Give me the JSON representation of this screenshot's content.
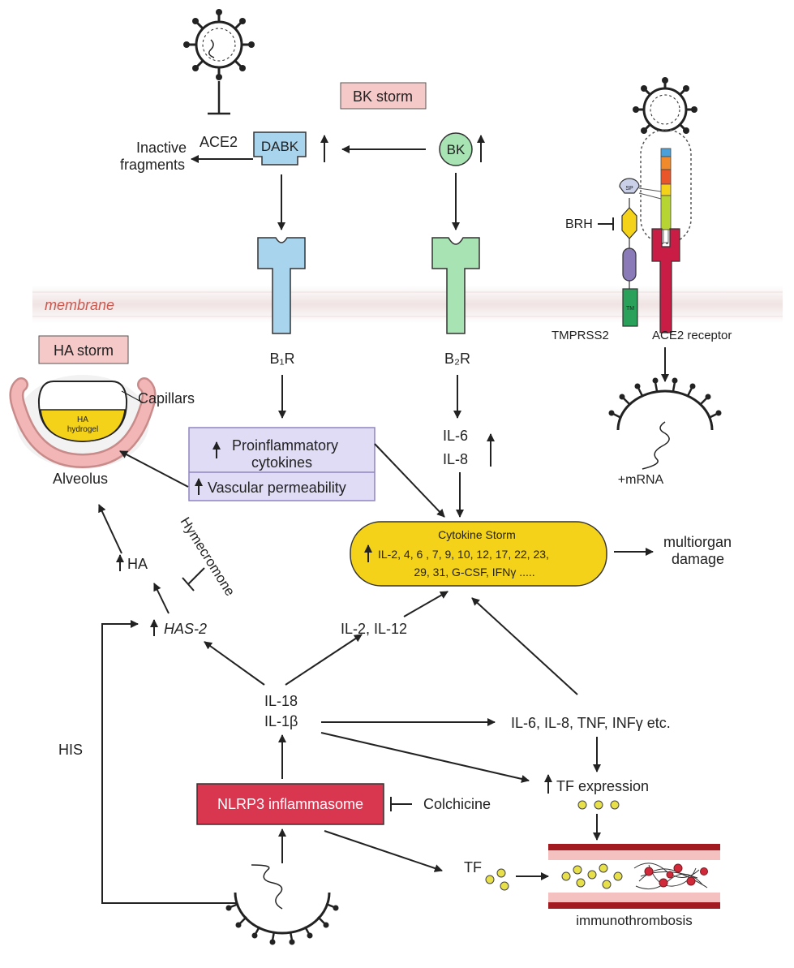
{
  "labels": {
    "bk_storm": "BK storm",
    "ha_storm": "HA storm",
    "membrane": "membrane",
    "ace2": "ACE2",
    "inactive_fragments_line1": "Inactive",
    "inactive_fragments_line2": "fragments",
    "dabk": "DABK",
    "bk": "BK",
    "b1r": "B₁R",
    "b2r": "B₂R",
    "brh": "BRH",
    "tmprss2": "TMPRSS2",
    "ace2_receptor": "ACE2 receptor",
    "mrna": "+mRNA",
    "capillars": "Capillars",
    "ha_hydrogel_line1": "HA",
    "ha_hydrogel_line2": "hydrogel",
    "alveolus": "Alveolus",
    "proinflammatory_line1": "Proinflammatory",
    "proinflammatory_line2": "cytokines",
    "vascular_permeability": "Vascular permeability",
    "il6": "IL-6",
    "il8": "IL-8",
    "cytokine_storm_title": "Cytokine Storm",
    "cytokine_storm_line1": "IL-2, 4, 6 , 7, 9, 10, 12, 17, 22, 23,",
    "cytokine_storm_line2": "29, 31, G-CSF, IFNγ .....",
    "multiorgan_line1": "multiorgan",
    "multiorgan_line2": "damage",
    "hymecromone": "Hymecromone",
    "ha": "HA",
    "has2": "HAS-2",
    "il2_il12": "IL-2, IL-12",
    "il18": "IL-18",
    "il1b": "IL-1β",
    "his": "HIS",
    "il6_il8_tnf": "IL-6, IL-8, TNF, INFγ etc.",
    "tf_expression": "TF expression",
    "nlrp3": "NLRP3 inflammasome",
    "colchicine": "Colchicine",
    "tf": "TF",
    "immunothrombosis": "immunothrombosis",
    "tmprss2_dom_sp": "SP",
    "tmprss2_dom_tm": "TM"
  },
  "colors": {
    "storm_box": "#f6c9c9",
    "dabk_blue": "#a9d4ee",
    "bk_green": "#a7e3b3",
    "cytokine_box": "#e8e8f8",
    "cytokine_border": "#9a8fc7",
    "storm_yellow": "#f4d21a",
    "nlrp3_red": "#d93650",
    "ace2_red": "#c91d45",
    "vessel_dark": "#a11b20",
    "vessel_light": "#f4c0c0",
    "tf_yellow": "#e8e04a"
  }
}
